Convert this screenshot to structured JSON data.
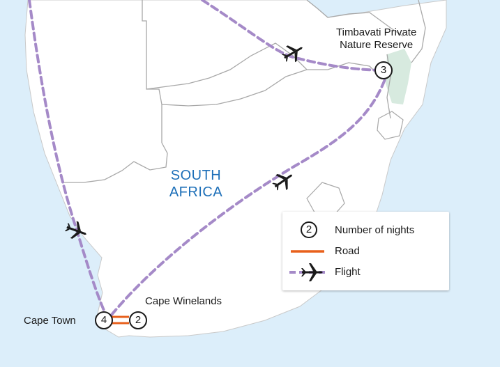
{
  "map": {
    "country_label": "SOUTH AFRICA",
    "country_line1": "SOUTH",
    "country_line2": "AFRICA",
    "colors": {
      "sea": "#dceefa",
      "land": "#ffffff",
      "border": "#a8a8a8",
      "reserve": "#d7eadf",
      "flight_route": "#a58ac8",
      "road": "#e8601c",
      "country_label": "#1d6fb8"
    },
    "places": [
      {
        "id": "timbavati",
        "name_line1": "Timbavati Private",
        "name_line2": "Nature Reserve",
        "nights": "3"
      },
      {
        "id": "cape-town",
        "name": "Cape Town",
        "nights": "4"
      },
      {
        "id": "cape-winelands",
        "name": "Cape Winelands",
        "nights": "2"
      }
    ]
  },
  "legend": {
    "nights_sample": "2",
    "nights_label": "Number of nights",
    "road_label": "Road",
    "flight_label": "Flight"
  }
}
